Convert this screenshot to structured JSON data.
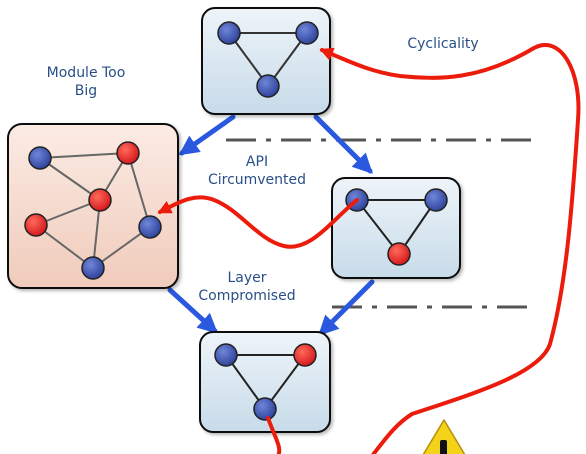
{
  "labels": {
    "cyclicality": "Cyclicality",
    "module_too_big": [
      "Module Too",
      "Big"
    ],
    "api_circumvented": [
      "API",
      "Circumvented"
    ],
    "layer_compromised": [
      "Layer",
      "Compromised"
    ]
  },
  "colors": {
    "label_text": "#2a4f86",
    "module_fill": "#dde9f2",
    "big_module_fill": "#f6ddd2",
    "node_blue": "#3a4fa8",
    "node_red": "#e42a2a",
    "dependency_arrow": "#2a59e0",
    "violation_path": "#ec1c0c",
    "layer_divider": "#555555",
    "warning_fill": "#f3d21a"
  },
  "icons": [
    "warning-icon"
  ]
}
